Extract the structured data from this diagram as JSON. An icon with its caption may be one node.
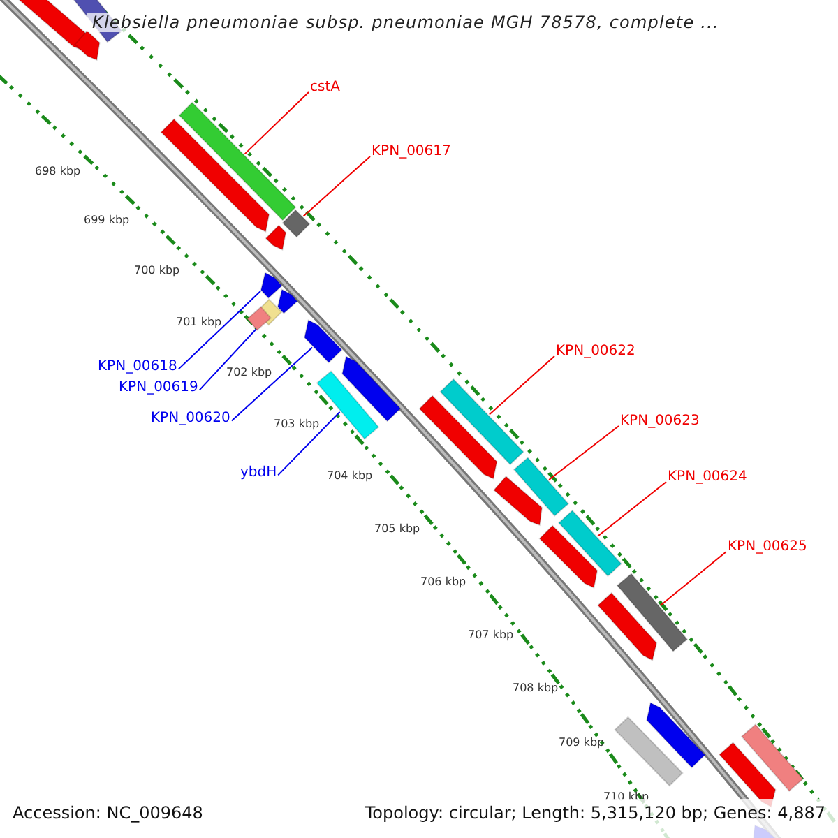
{
  "diagram": {
    "title": "Klebsiella pneumoniae subsp. pneumoniae MGH 78578, complete ...",
    "nodes": [
      {
        "text": [
          "cstA"
        ]
      },
      {
        "text": [],
        "shape": "bar"
      },
      {
        "text": [
          "KPN_00617"
        ]
      },
      {
        "text": [],
        "shape": "bar"
      },
      {
        "text": [
          "KPN_00622"
        ]
      },
      {
        "text": [],
        "shape": "bar"
      },
      {
        "text": [
          "KPN_00623"
        ]
      },
      {
        "text": [],
        "shape": "bar"
      },
      {
        "text": [
          "KPN_00624"
        ]
      },
      {
        "text": [],
        "shape": "bar"
      },
      {
        "text": [
          "KPN_00625"
        ]
      },
      {
        "text": [],
        "shape": "bar"
      },
      {
        "text": [
          "KPN_00618"
        ]
      },
      {
        "text": [],
        "shape": "bar"
      },
      {
        "text": [
          "KPN_00619"
        ]
      },
      {
        "text": [],
        "shape": "bar"
      },
      {
        "text": [
          "KPN_00620"
        ]
      },
      {
        "text": [],
        "shape": "bar"
      },
      {
        "text": [
          "ybdH"
        ]
      },
      {
        "text": [],
        "shape": "bar"
      },
      {
        "text": [],
        "shape": "bar"
      },
      {
        "text": [],
        "shape": "bar"
      },
      {
        "text": [],
        "shape": "bar"
      },
      {
        "text": [],
        "shape": "bar"
      },
      {
        "text": [],
        "shape": "bar"
      },
      {
        "text": [],
        "shape": "bar"
      },
      {
        "text": [],
        "shape": "bar"
      },
      {
        "text": [],
        "shape": "bar"
      },
      {
        "text": [],
        "shape": "bar"
      },
      {
        "text": [],
        "shape": "bar"
      },
      {
        "text": [],
        "shape": "bar"
      },
      {
        "text": [],
        "shape": "bar"
      },
      {
        "text": [],
        "shape": "bar"
      },
      {
        "text": [],
        "shape": "bar"
      },
      {
        "text": [],
        "shape": "bar"
      },
      {
        "text": [],
        "shape": "bar"
      },
      {
        "text": [],
        "shape": "bar"
      }
    ],
    "edges": [
      {
        "from": 0,
        "to": 1,
        "arrow": "none"
      },
      {
        "from": 2,
        "to": 3,
        "arrow": "none"
      },
      {
        "from": 4,
        "to": 5,
        "arrow": "none"
      },
      {
        "from": 6,
        "to": 7,
        "arrow": "none"
      },
      {
        "from": 8,
        "to": 9,
        "arrow": "none"
      },
      {
        "from": 10,
        "to": 11,
        "arrow": "none"
      },
      {
        "from": 12,
        "to": 13,
        "arrow": "none",
        "color": "#0000ee"
      },
      {
        "from": 14,
        "to": 15,
        "arrow": "none",
        "color": "#0000ee"
      },
      {
        "from": 16,
        "to": 17,
        "arrow": "none",
        "color": "#0000ee"
      },
      {
        "from": 18,
        "to": 19,
        "arrow": "none",
        "color": "#0000ee"
      }
    ],
    "labels": [
      "698 kbp",
      "699 kbp",
      "700 kbp",
      "701 kbp",
      "702 kbp",
      "703 kbp",
      "704 kbp",
      "705 kbp",
      "706 kbp",
      "707 kbp",
      "708 kbp",
      "709 kbp",
      "710 kbp",
      "Accession: NC_009648",
      "Topology: circular; Length: 5,315,120 bp; Genes: 4,887"
    ]
  }
}
